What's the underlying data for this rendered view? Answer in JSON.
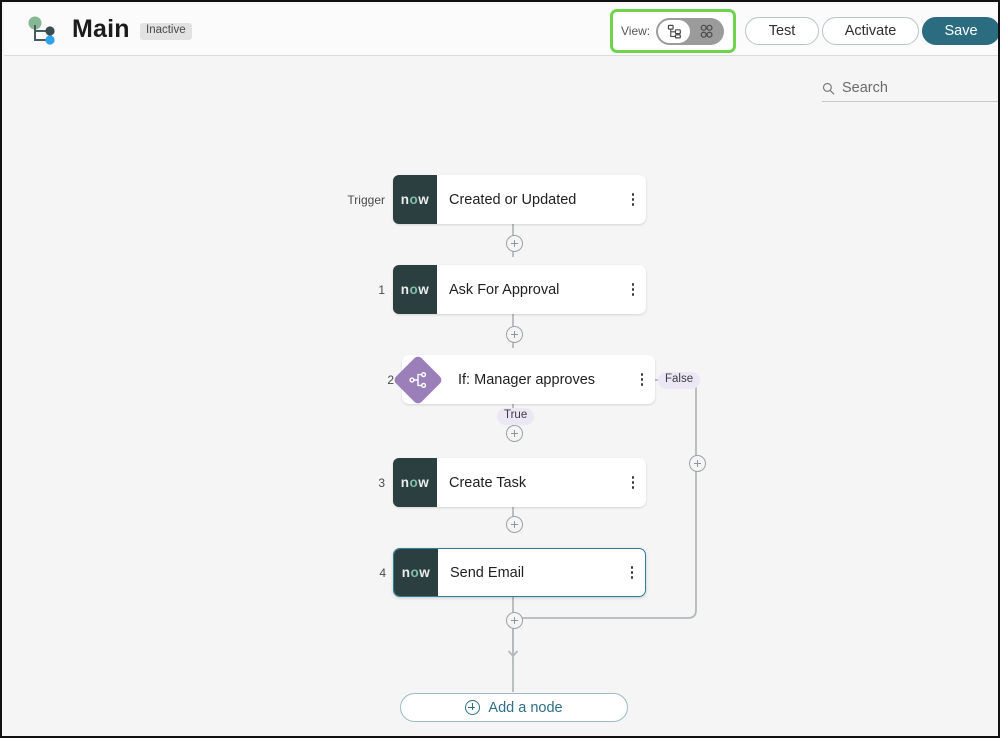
{
  "header": {
    "logo_icon": "workflow-logo-icon",
    "title": "Main",
    "status_badge": "Inactive",
    "view": {
      "label": "View:",
      "options": [
        {
          "icon": "tree-view-icon",
          "selected": true
        },
        {
          "icon": "grid-nodes-view-icon",
          "selected": false
        }
      ]
    },
    "buttons": {
      "test": "Test",
      "activate": "Activate",
      "save": "Save"
    }
  },
  "canvas": {
    "search": {
      "icon": "search-icon",
      "placeholder": "Search",
      "value": "Search"
    },
    "nodes": [
      {
        "index": "Trigger",
        "label": "Created or Updated",
        "icon": "servicenow-now-icon",
        "icon_type": "now",
        "selected": false,
        "menu_icon": "kebab-menu-icon"
      },
      {
        "index": "1",
        "label": "Ask For Approval",
        "icon": "servicenow-now-icon",
        "icon_type": "now",
        "selected": false,
        "menu_icon": "kebab-menu-icon"
      },
      {
        "index": "2",
        "label": "If: Manager approves",
        "icon": "branch-condition-icon",
        "icon_type": "diamond",
        "selected": false,
        "menu_icon": "kebab-menu-icon"
      },
      {
        "index": "3",
        "label": "Create Task",
        "icon": "servicenow-now-icon",
        "icon_type": "now",
        "selected": false,
        "menu_icon": "kebab-menu-icon"
      },
      {
        "index": "4",
        "label": "Send Email",
        "icon": "servicenow-now-icon",
        "icon_type": "now",
        "selected": true,
        "menu_icon": "kebab-menu-icon"
      }
    ],
    "branch_labels": {
      "true": "True",
      "false": "False"
    },
    "add_node_button": "Add a node"
  },
  "colors": {
    "accent_teal": "#2b6c80",
    "highlight_green": "#6ed44c",
    "node_icon_dark": "#2b3e40",
    "branch_purple": "#9a7fb8",
    "selected_border": "#2e7f98",
    "canvas_bg": "#f5f5f5"
  }
}
